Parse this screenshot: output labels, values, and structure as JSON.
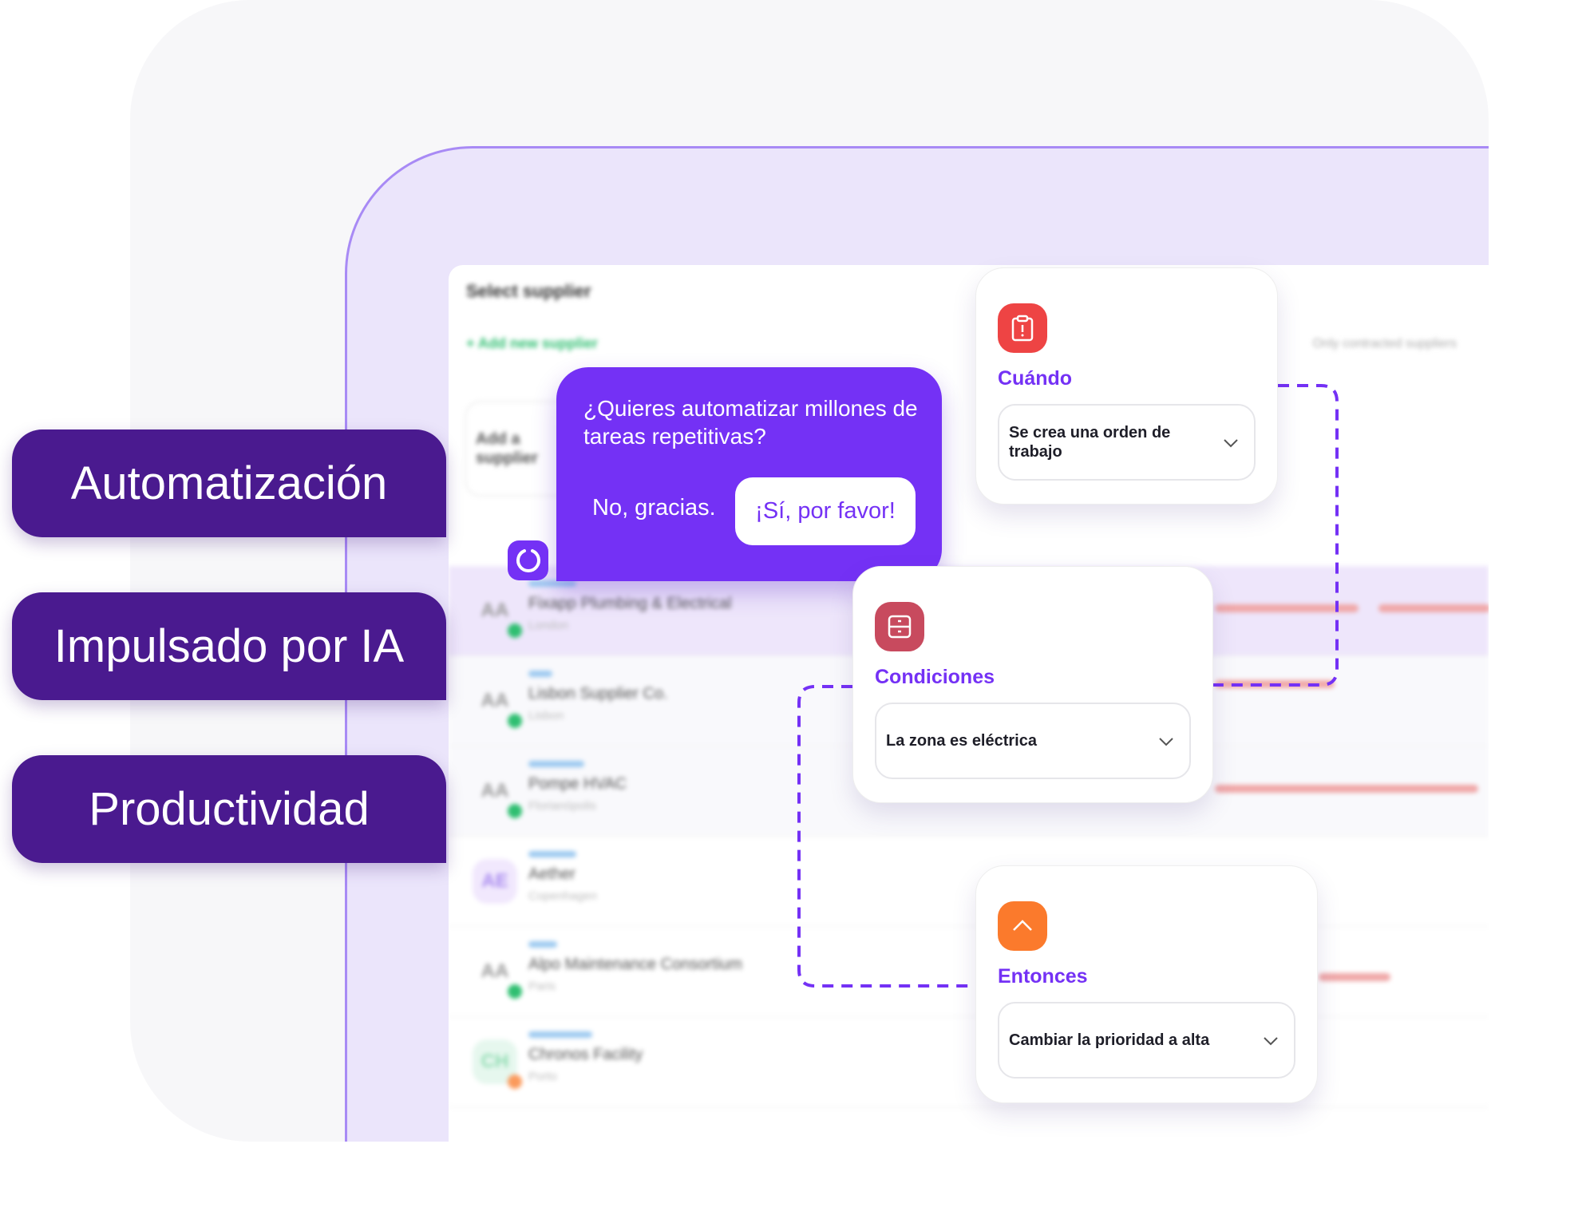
{
  "labels": [
    "Automatización",
    "Impulsado por IA",
    "Productividad"
  ],
  "background_table": {
    "title": "Select supplier",
    "add_link": "+ Add new supplier",
    "right_text": "Only contracted suppliers",
    "search_placeholder": "Add a supplier",
    "rows": [
      {
        "initials": "AA",
        "name": "Fixapp Plumbing & Electrical",
        "location": "London"
      },
      {
        "initials": "AA",
        "name": "Lisbon Supplier Co.",
        "location": "Lisbon"
      },
      {
        "initials": "AA",
        "name": "Pompe HVAC",
        "location": "Florianópolis"
      },
      {
        "initials": "AE",
        "name": "Aether",
        "location": "Copenhagen"
      },
      {
        "initials": "AA",
        "name": "Alpo Maintenance Consortium",
        "location": "Paris"
      },
      {
        "initials": "CH",
        "name": "Chronos Facility",
        "location": "Porto"
      }
    ]
  },
  "bubble": {
    "question": "¿Quieres automatizar millones de tareas repetitivas?",
    "no_label": "No, gracias.",
    "yes_label": "¡Sí, por favor!"
  },
  "cards": {
    "when": {
      "title": "Cuándo",
      "value": "Se crea una orden de trabajo",
      "icon_color": "#ee4444"
    },
    "conditions": {
      "title": "Condiciones",
      "value": "La zona es eléctrica",
      "icon_color": "#c84a5e"
    },
    "then": {
      "title": "Entonces",
      "value": "Cambiar la prioridad a alta",
      "icon_color": "#fb7a2c"
    }
  },
  "colors": {
    "accent": "#7431f5",
    "label_bg": "#4a1a8f"
  }
}
